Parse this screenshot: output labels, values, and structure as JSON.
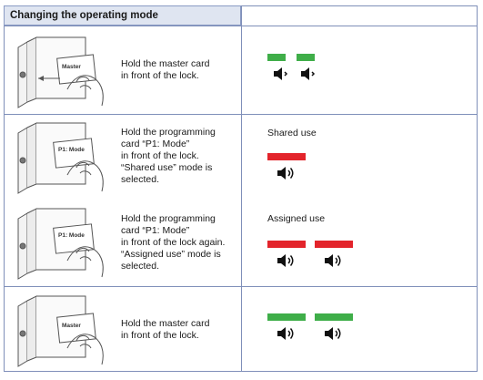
{
  "header": {
    "title": "Changing the operating mode"
  },
  "colors": {
    "green": "#3fae49",
    "red": "#e3242b",
    "border": "#7f8fb9",
    "header_bg": "#dfe5f1"
  },
  "rows": [
    {
      "card_label": "Master",
      "instruction": "Hold the master card\nin front of the lock.",
      "mode_label": "",
      "signal": {
        "bar_color": "green",
        "bars": 2,
        "icon": "speaker-short-icon"
      }
    },
    {
      "card_label": "P1: Mode",
      "instruction": "Hold the programming\ncard “P1: Mode”\nin front of the lock.\n“Shared use” mode is\nselected.",
      "mode_label": "Shared use",
      "signal": {
        "bar_color": "red",
        "bars": 1,
        "icon": "speaker-long-icon"
      }
    },
    {
      "card_label": "P1: Mode",
      "instruction": "Hold the programming\ncard “P1: Mode”\nin front of the lock again.\n“Assigned use” mode is\nselected.",
      "mode_label": "Assigned use",
      "signal": {
        "bar_color": "red",
        "bars": 2,
        "icon": "speaker-long-icon"
      }
    },
    {
      "card_label": "Master",
      "instruction": "Hold the master card\nin front of the lock.",
      "mode_label": "",
      "signal": {
        "bar_color": "green",
        "bars": 2,
        "icon": "speaker-long-icon"
      }
    }
  ]
}
